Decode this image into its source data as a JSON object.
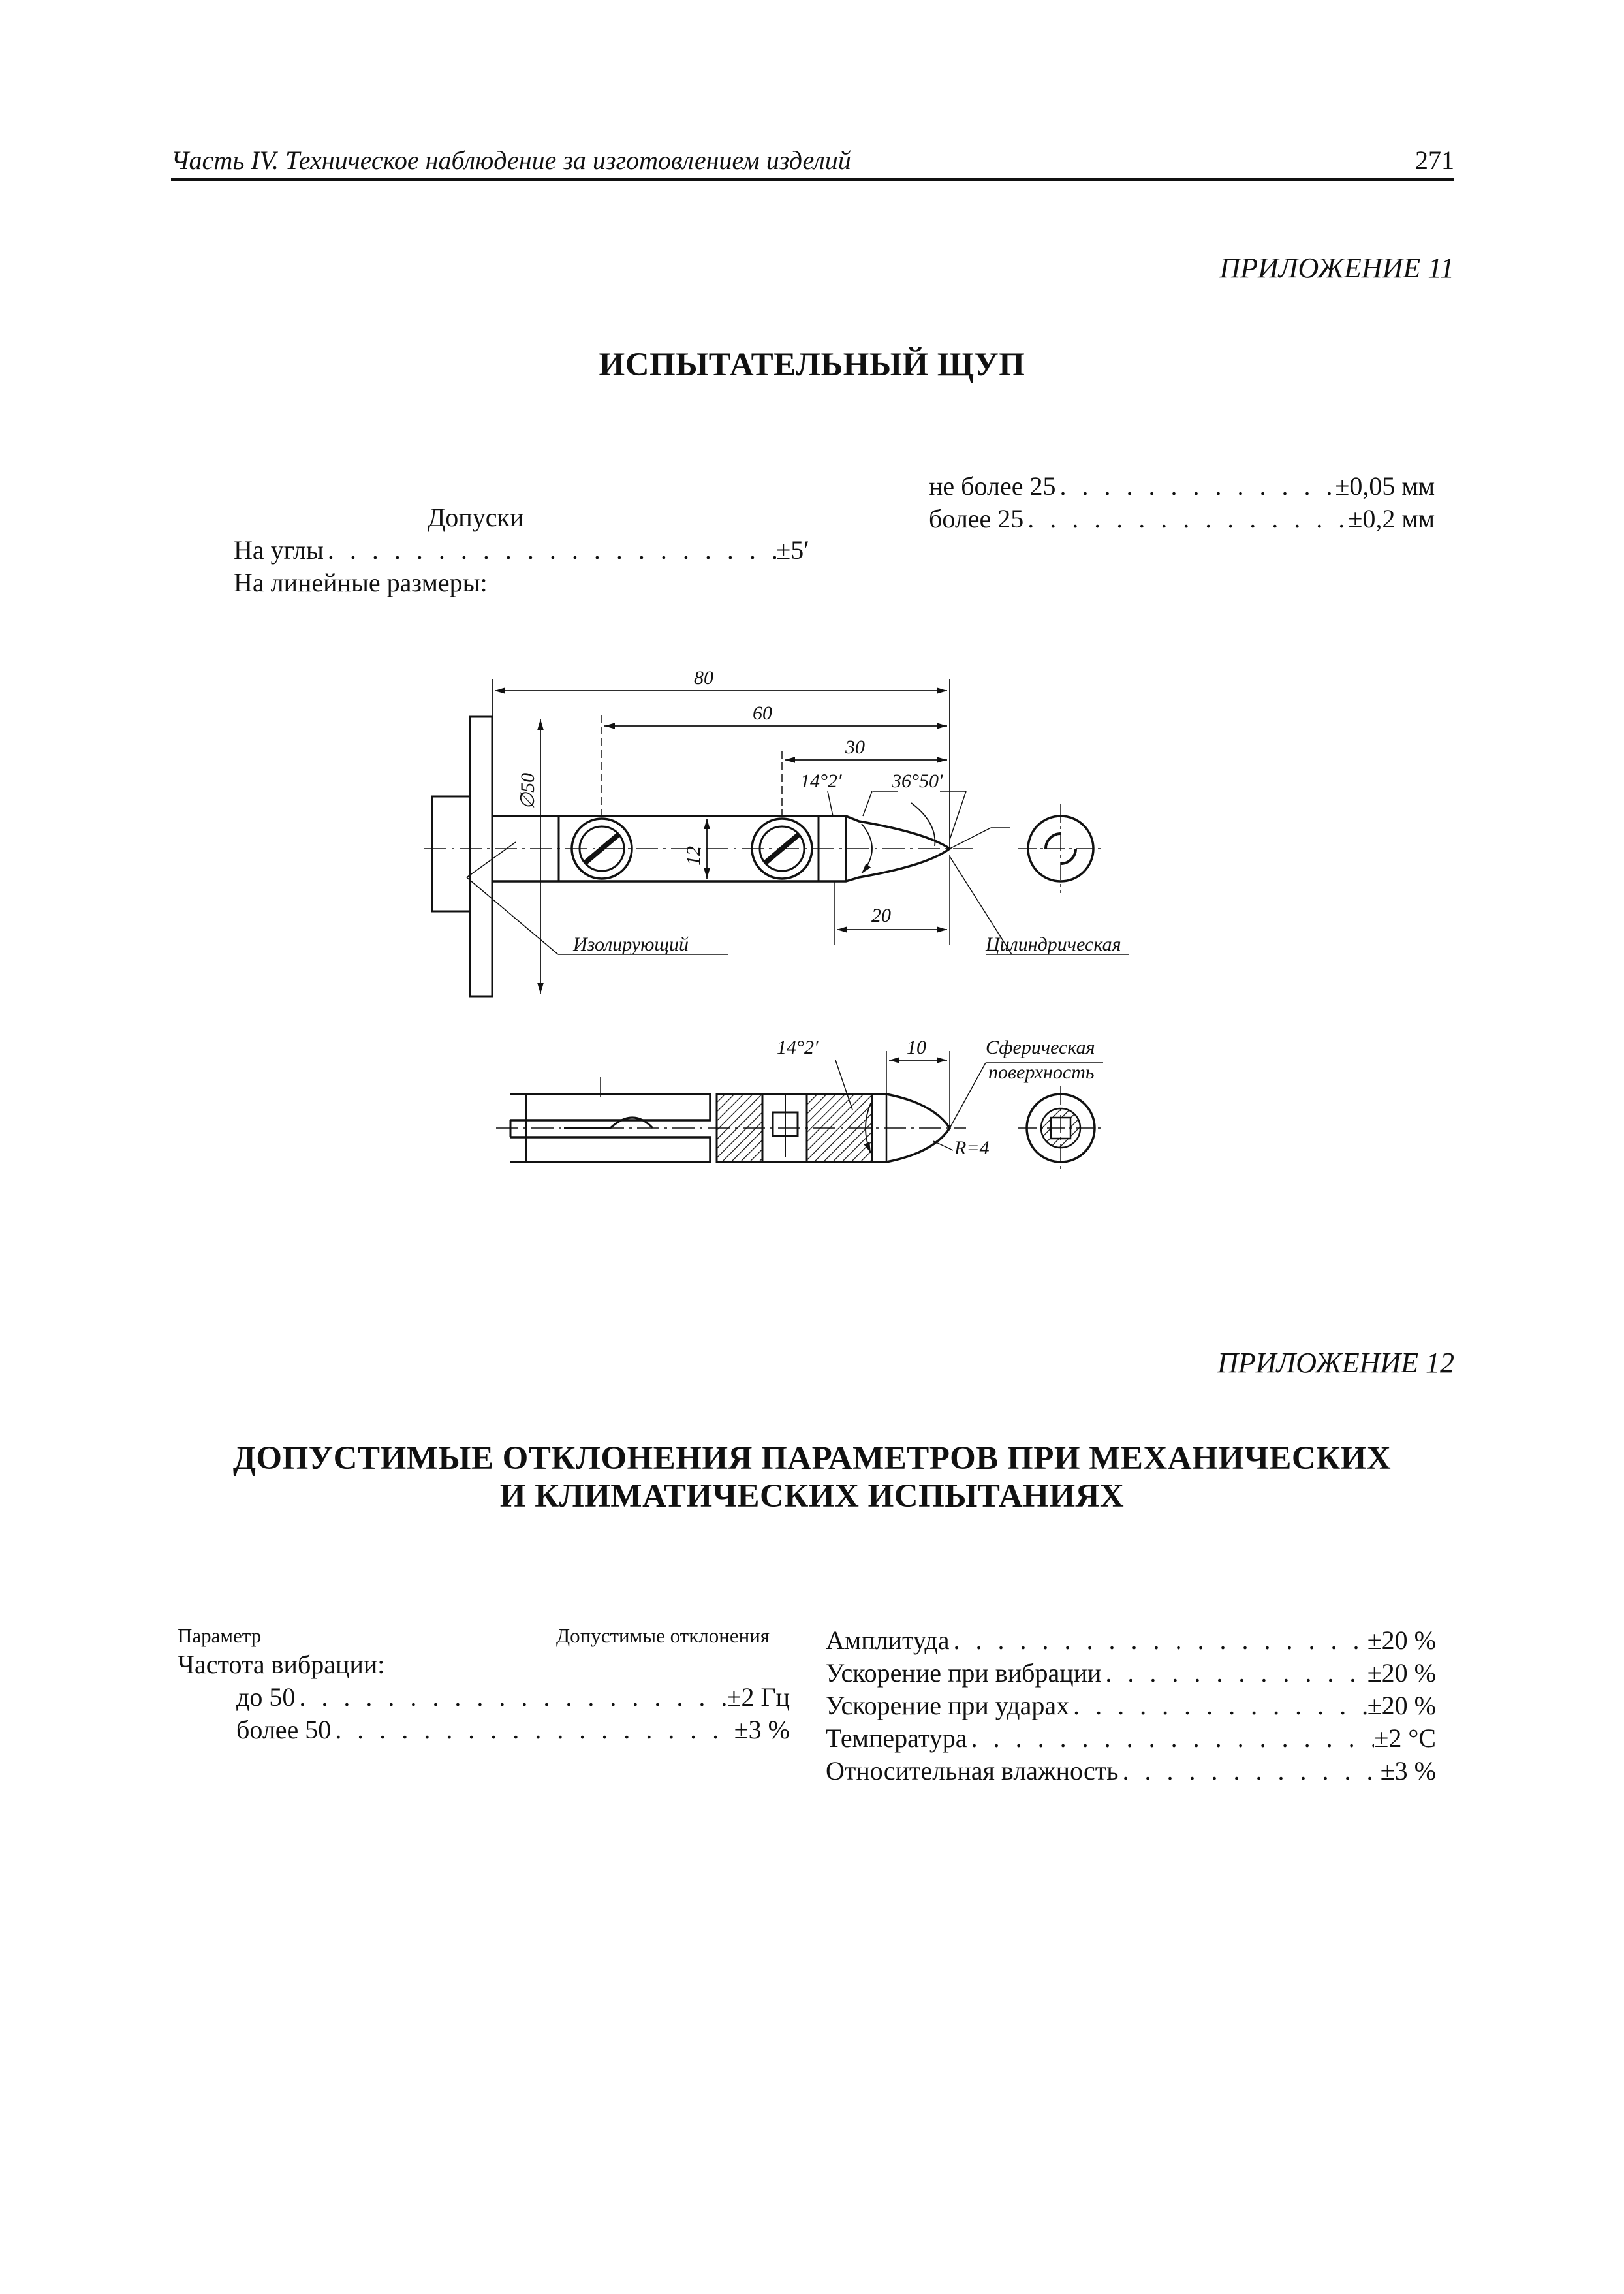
{
  "header": {
    "running_title": "Часть IV. Техническое наблюдение за изготовлением изделий",
    "page_number": "271"
  },
  "appendix11": {
    "label": "ПРИЛОЖЕНИЕ 11",
    "title": "ИСПЫТАТЕЛЬНЫЙ ЩУП",
    "tolerances_heading": "Допуски",
    "angles": {
      "label": "На углы",
      "value": "±5′"
    },
    "linear_label": "На линейные размеры:",
    "linear": [
      {
        "label": "не более 25",
        "value": "±0,05 мм"
      },
      {
        "label": "более 25",
        "value": "±0,2 мм"
      }
    ]
  },
  "drawing": {
    "dim_80": "80",
    "dim_60": "60",
    "dim_30": "30",
    "dim_20": "20",
    "dim_10": "10",
    "dim_d50": "∅50",
    "dim_12": "12",
    "angle_14_2": "14°2′",
    "angle_36_50": "36°50′",
    "angle_14_2_lower": "14°2′",
    "label_insulating": "Изолирующий",
    "label_cylindrical": "Цилиндрическая",
    "label_spherical_1": "Сферическая",
    "label_spherical_2": "поверхность",
    "radius": "R=4"
  },
  "appendix12": {
    "label": "ПРИЛОЖЕНИЕ 12",
    "title_line1": "ДОПУСТИМЫЕ ОТКЛОНЕНИЯ ПАРАМЕТРОВ ПРИ МЕХАНИЧЕСКИХ",
    "title_line2": "И КЛИМАТИЧЕСКИХ ИСПЫТАНИЯХ",
    "col_param": "Параметр",
    "col_dev": "Допустимые отклонения",
    "vibration_label": "Частота вибрации:",
    "left_rows": [
      {
        "label": "до 50",
        "value": "±2 Гц"
      },
      {
        "label": "более 50",
        "value": "±3 %"
      }
    ],
    "right_rows": [
      {
        "label": "Амплитуда",
        "value": "±20 %"
      },
      {
        "label": "Ускорение при вибрации",
        "value": "±20 %"
      },
      {
        "label": "Ускорение при ударах",
        "value": "±20 %"
      },
      {
        "label": "Температура",
        "value": "±2 °С"
      },
      {
        "label": "Относительная влажность",
        "value": "±3 %"
      }
    ]
  }
}
